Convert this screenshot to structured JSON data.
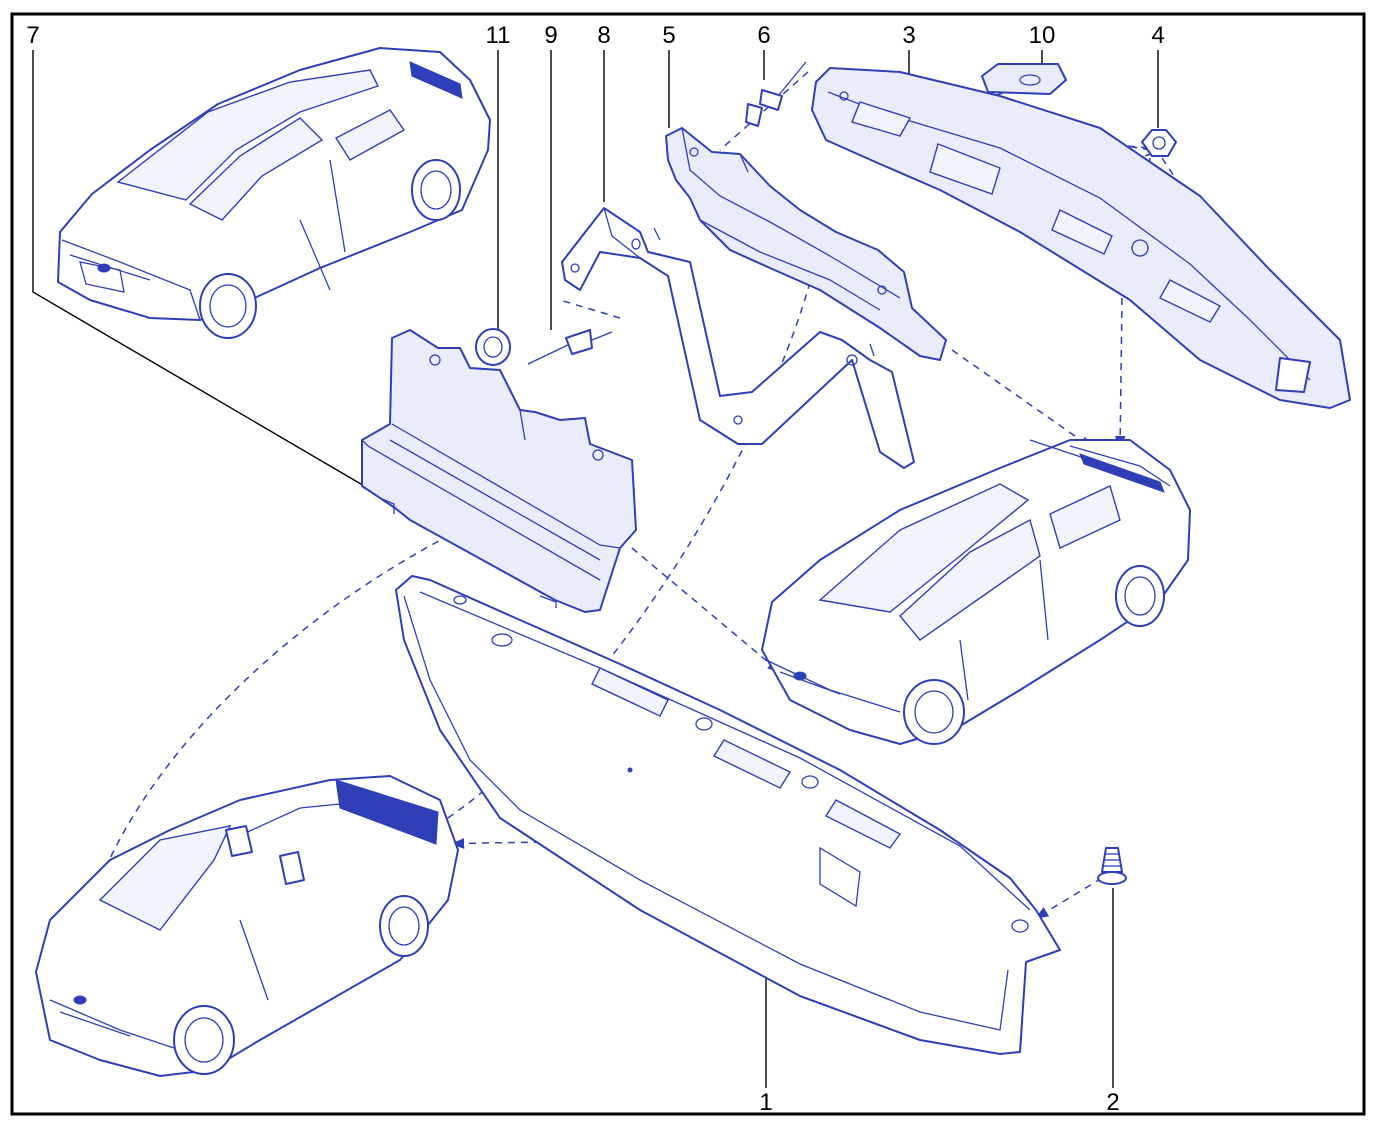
{
  "colors": {
    "line": "#2e3fb8",
    "frame": "#000000",
    "background": "#ffffff"
  },
  "callouts": {
    "c1": "1",
    "c2": "2",
    "c3": "3",
    "c4": "4",
    "c5": "5",
    "c6": "6",
    "c7": "7",
    "c8": "8",
    "c9": "9",
    "c10": "10",
    "c11": "11"
  },
  "parts": [
    {
      "ref": "1",
      "shape": "long-trim-panel"
    },
    {
      "ref": "2",
      "shape": "screw"
    },
    {
      "ref": "3",
      "shape": "handle-bar-assembly"
    },
    {
      "ref": "4",
      "shape": "clip-nut"
    },
    {
      "ref": "5",
      "shape": "bracket"
    },
    {
      "ref": "6",
      "shape": "rivet"
    },
    {
      "ref": "7",
      "shape": "support-bracket"
    },
    {
      "ref": "8",
      "shape": "frame-bracket"
    },
    {
      "ref": "9",
      "shape": "rivet"
    },
    {
      "ref": "10",
      "shape": "switch"
    },
    {
      "ref": "11",
      "shape": "washer"
    }
  ],
  "vehicles": [
    "sedan",
    "estate",
    "convertible"
  ]
}
